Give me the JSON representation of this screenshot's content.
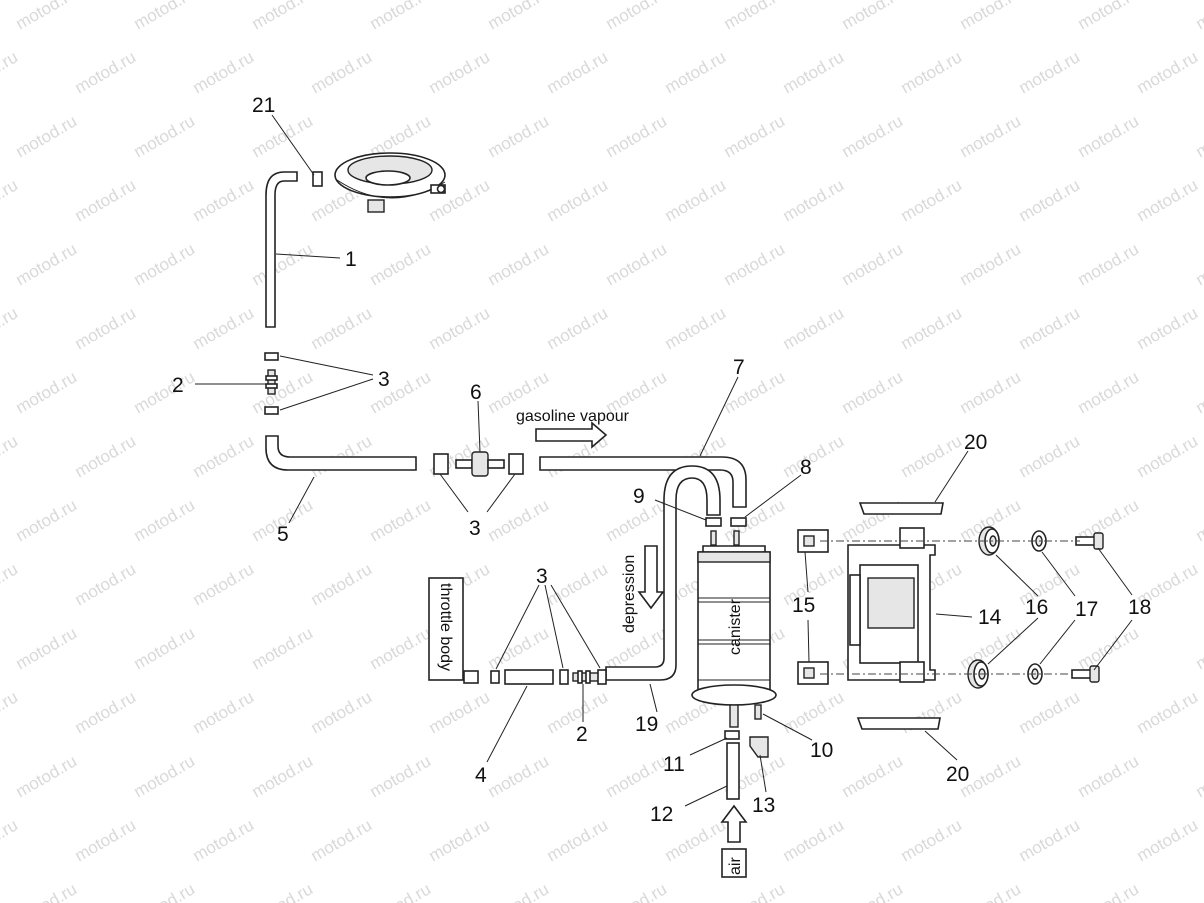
{
  "watermark": "motod.ru",
  "notes": {
    "gasoline_vapour": "gasoline vapour",
    "depression": "depression",
    "canister": "canister",
    "throttle_body": "throttle body",
    "air": "air"
  },
  "callouts": {
    "c21": "21",
    "c1": "1",
    "c2_top": "2",
    "c3_top": "3",
    "c6": "6",
    "c7": "7",
    "c5": "5",
    "c3_mid": "3",
    "c20_top": "20",
    "c8": "8",
    "c9": "9",
    "c3_left": "3",
    "c15": "15",
    "c14": "14",
    "c16": "16",
    "c17": "17",
    "c18": "18",
    "c19": "19",
    "c2_bottom": "2",
    "c4": "4",
    "c10": "10",
    "c11": "11",
    "c12": "12",
    "c13": "13",
    "c20_bottom": "20"
  }
}
